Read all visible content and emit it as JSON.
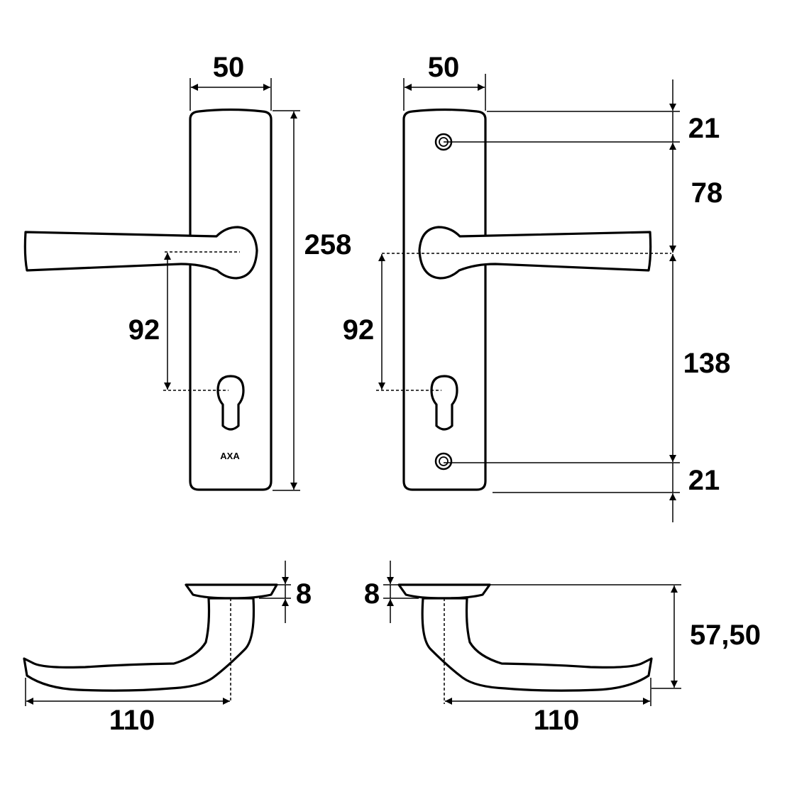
{
  "colors": {
    "line": "#000000",
    "background": "#ffffff"
  },
  "left_plate": {
    "width_label": "50",
    "height_label": "258",
    "spacing_label": "92",
    "brand_label": "AXA"
  },
  "right_plate": {
    "width_label": "50",
    "spacing_label": "92",
    "top_screw_label": "21",
    "screw_to_handle_label": "78",
    "handle_to_screw_label": "138",
    "bottom_screw_label": "21"
  },
  "left_side_view": {
    "rose_label": "8",
    "length_label": "110"
  },
  "right_side_view": {
    "rose_label": "8",
    "height_label": "57,50",
    "length_label": "110"
  }
}
